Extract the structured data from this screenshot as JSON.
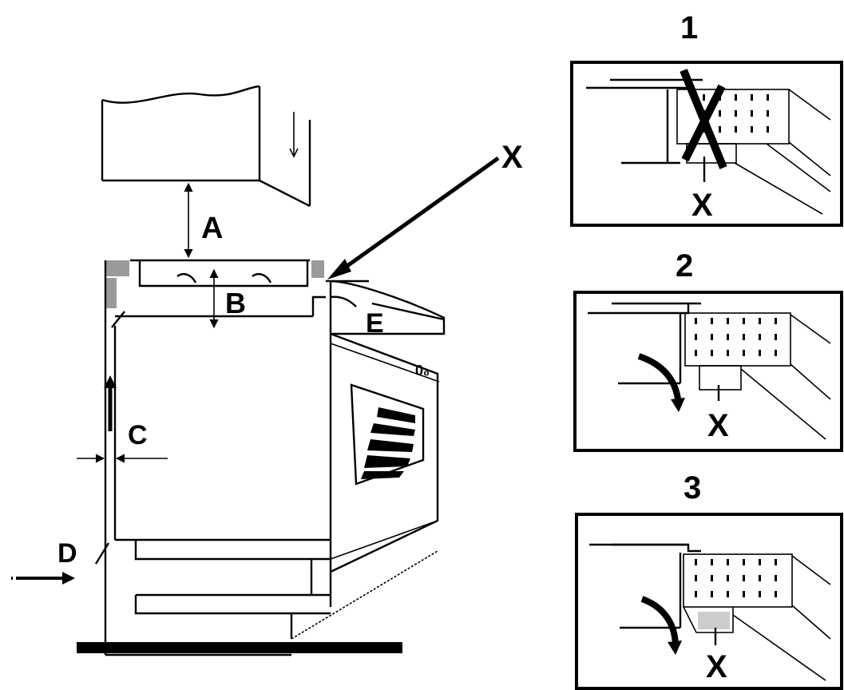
{
  "labels": {
    "a": "A",
    "b": "B",
    "c": "C",
    "d": "D",
    "e": "E",
    "x": "X",
    "knob_mark": "0₀"
  },
  "panels": [
    {
      "number": "1",
      "callout": "X"
    },
    {
      "number": "2",
      "callout": "X"
    },
    {
      "number": "3",
      "callout": "X"
    }
  ],
  "colors": {
    "ink": "#000000",
    "paper": "#ffffff",
    "hatch": "#9a9a9a"
  }
}
